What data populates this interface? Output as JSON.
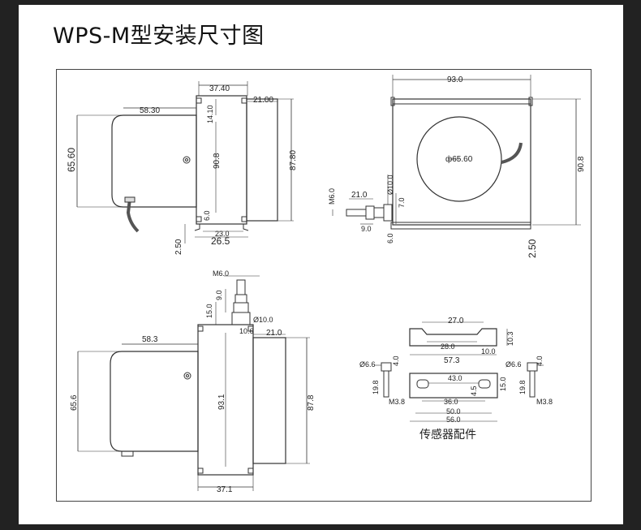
{
  "title": "WPS-M型安装尺寸图",
  "views": {
    "top_left": {
      "w_37_40": "37.40",
      "w_58_30": "58.30",
      "w_21_00": "21.00",
      "h_14_10": "14.10",
      "h_65_60": "65.60",
      "h_90_8": "90.8",
      "h_87_80": "87.80",
      "h_6_0": "6.0",
      "w_23_0": "23.0",
      "w_26_5": "26.5",
      "h_2_50": "2.50"
    },
    "top_right": {
      "w_93_0": "93.0",
      "dia_65_60": "ф65.60",
      "h_90_8": "90.8",
      "m6": "M6.0",
      "w_21_0": "21.0",
      "dia_10_0": "Ø10.0",
      "h_7_0": "7.0",
      "w_9_0": "9.0",
      "h_6_0": "6.0",
      "h_2_50": "2.50"
    },
    "bottom_left": {
      "m6": "M6.0",
      "h_9_0": "9.0",
      "h_15_0": "15.0",
      "dia_10_0": "Ø10.0",
      "w_10_6": "10.6",
      "w_58_3": "58.3",
      "w_21_0": "21.0",
      "h_65_6": "65.6",
      "h_93_1": "93.1",
      "h_87_8": "87.8",
      "w_37_1": "37.1"
    },
    "accessories": {
      "w_27_0": "27.0",
      "h_10_3": "10.3",
      "w_28_0": "28.0",
      "w_10_0": "10.0",
      "w_57_3": "57.3",
      "dia_6_6_l": "Ø6.6",
      "h_4_0_l": "4.0",
      "dia_6_6_r": "Ø6.6",
      "h_4_0_r": "4.0",
      "h_19_8_l": "19.8",
      "m3_8_l": "M3.8",
      "w_43_0": "43.0",
      "h_15_0": "15.0",
      "h_4_5": "4.5",
      "w_36_0": "36.0",
      "w_50_0": "50.0",
      "w_56_0": "56.0",
      "h_19_8_r": "19.8",
      "m3_8_r": "M3.8",
      "caption": "传感器配件"
    }
  }
}
